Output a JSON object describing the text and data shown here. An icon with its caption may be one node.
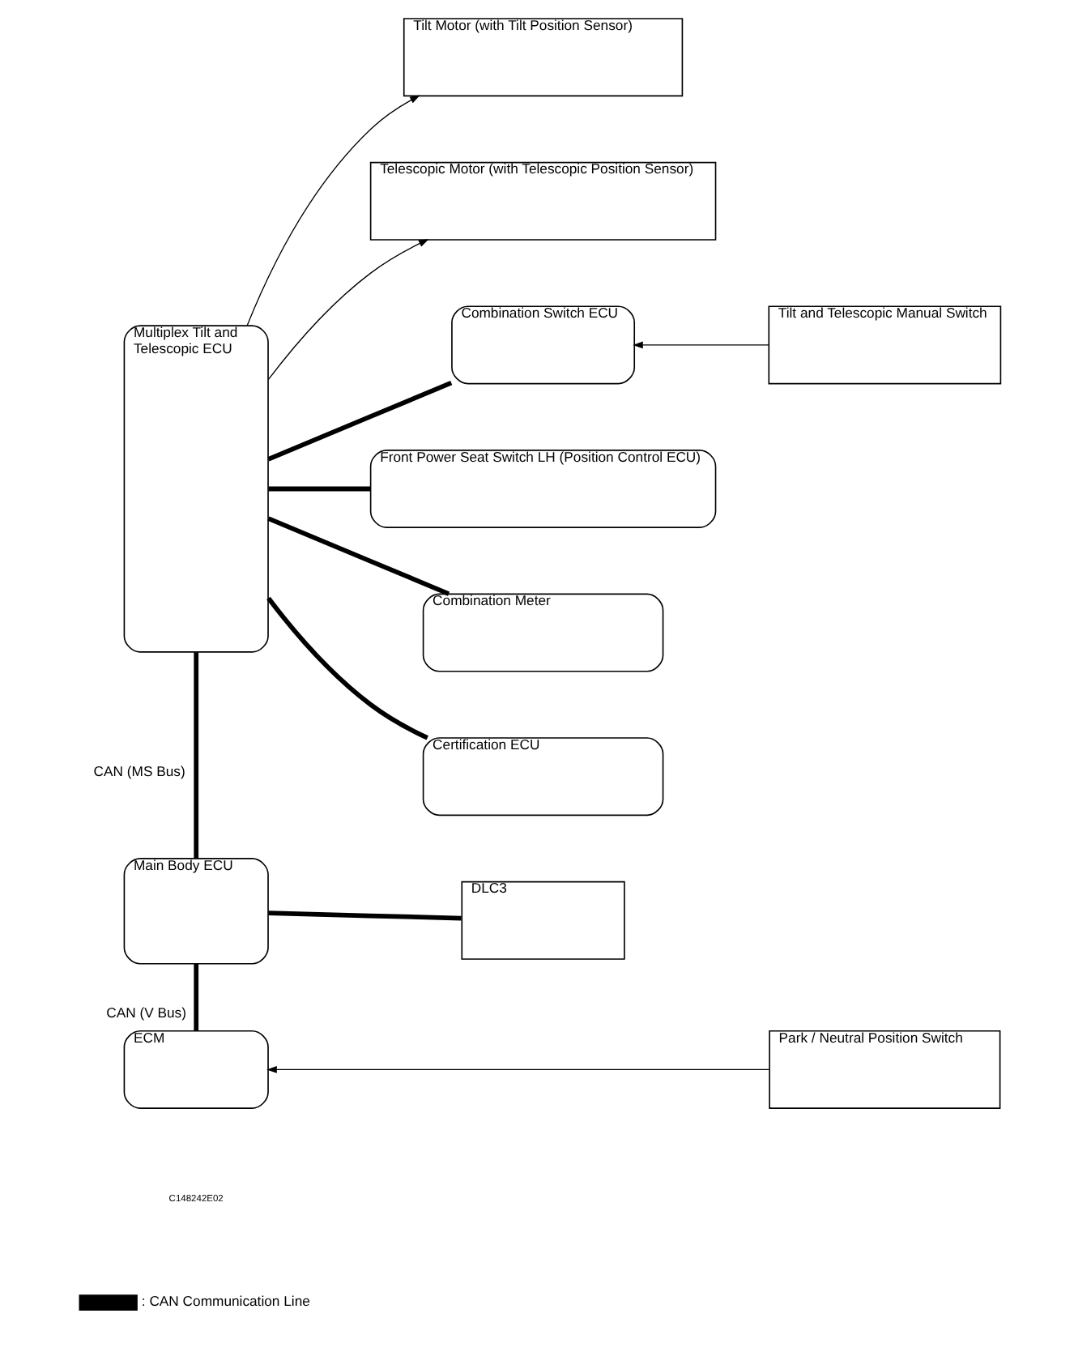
{
  "diagram": {
    "nodes": [
      {
        "text": [
          "Multiplex Tilt and Telescopic ECU"
        ]
      },
      {
        "text": [
          "Tilt Motor (with Tilt Position Sensor)"
        ]
      },
      {
        "text": [
          "Telescopic Motor (with Telescopic Position Sensor)"
        ]
      },
      {
        "text": [
          "Combination Switch ECU"
        ]
      },
      {
        "text": [
          "Tilt and Telescopic Manual Switch"
        ]
      },
      {
        "text": [
          "Front Power Seat Switch LH (Position Control ECU)"
        ]
      },
      {
        "text": [
          "Combination Meter"
        ]
      },
      {
        "text": [
          "Certification ECU"
        ]
      },
      {
        "text": [
          "Main Body ECU"
        ]
      },
      {
        "text": [
          "DLC3"
        ]
      },
      {
        "text": [
          "ECM"
        ]
      },
      {
        "text": [
          "Park / Neutral Position Switch"
        ]
      }
    ],
    "edges": [
      {
        "from": 0,
        "to": 1,
        "arrow": "to"
      },
      {
        "from": 0,
        "to": 2,
        "arrow": "to"
      },
      {
        "from": 0,
        "to": 3,
        "arrow": "none"
      },
      {
        "from": 4,
        "to": 3,
        "arrow": "to"
      },
      {
        "from": 0,
        "to": 5,
        "arrow": "none"
      },
      {
        "from": 0,
        "to": 6,
        "arrow": "none"
      },
      {
        "from": 0,
        "to": 7,
        "arrow": "none"
      },
      {
        "from": 0,
        "to": 8,
        "label": "CAN (MS Bus)",
        "arrow": "none"
      },
      {
        "from": 8,
        "to": 9,
        "arrow": "none"
      },
      {
        "from": 8,
        "to": 10,
        "label": "CAN (V Bus)",
        "arrow": "none"
      },
      {
        "from": 11,
        "to": 10,
        "arrow": "to"
      }
    ],
    "labels": [
      "C148242E02"
    ],
    "legend": [
      {
        "text": ": CAN Communication Line"
      }
    ]
  }
}
